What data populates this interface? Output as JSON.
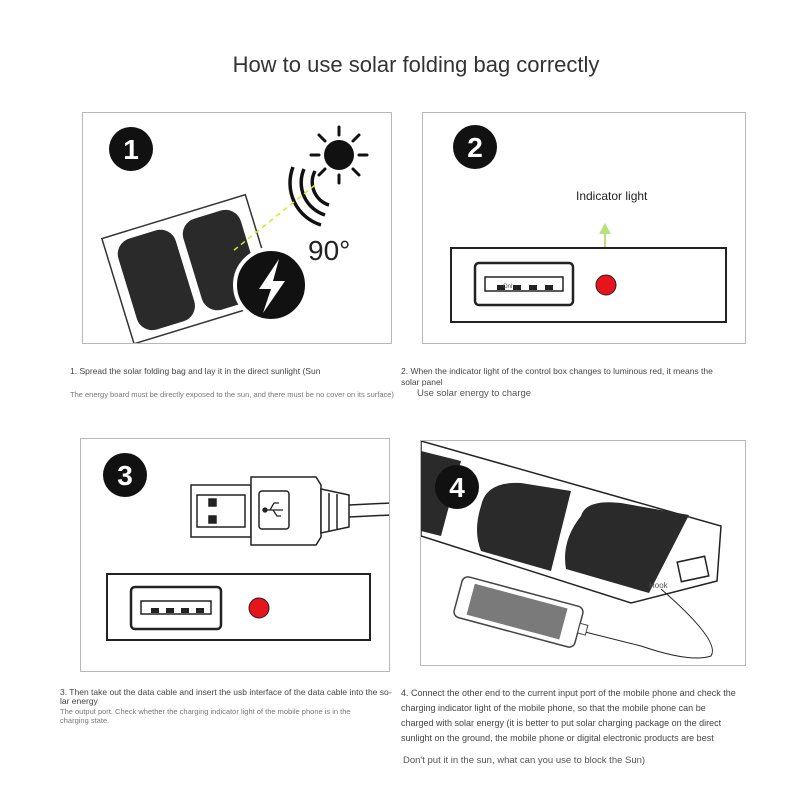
{
  "title": "How to use solar folding bag correctly",
  "steps": [
    {
      "number": "1",
      "angle_label": "90°",
      "caption": "1. Spread the solar folding bag and lay it in the direct sunlight (Sun",
      "note": "The energy board must be directly exposed to the sun, and there must be no cover on its surface)"
    },
    {
      "number": "2",
      "indicator_label": "Indicator light",
      "usb_text": "Onl",
      "caption": "2. When the indicator light of the control box changes to luminous red, it means the solar panel",
      "note": "Use solar energy to charge"
    },
    {
      "number": "3",
      "caption": "3. Then take out the data cable and insert the usb interface of the data cable into the so-lar energy",
      "note": "The output port. Check whether the charging indicator light of the mobile phone is in the charging state."
    },
    {
      "number": "4",
      "hook_label": "Hook",
      "caption_lines": [
        "4. Connect the other end to the current input port of the mobile phone and check the",
        "charging indicator light of the mobile phone, so that the mobile phone can be",
        "charged with solar energy (it is better to put solar charging package on the direct",
        "sunlight on the ground, the mobile phone or digital electronic products are best"
      ],
      "note": "Don't put it in the sun, what can you use to block the Sun)"
    }
  ],
  "colors": {
    "indicator": "#e8141c",
    "panel_cell": "#2a2a2a",
    "arrow": "#b7e27a"
  }
}
